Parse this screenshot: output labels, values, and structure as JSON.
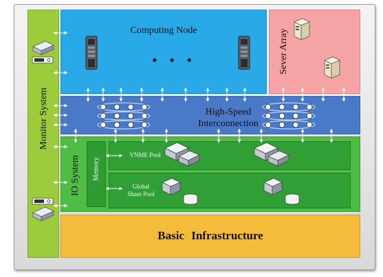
{
  "diagram": {
    "monitor_system": "Monitor System",
    "computing_node": "Computing Node",
    "computing_dots": "• • •",
    "sever_array": "Sever Array",
    "high_speed_line1": "High-Speed",
    "high_speed_line2": "Interconnection",
    "io_system": "IO System",
    "memory": "Memory",
    "vnme_pool": "VNME Pool",
    "global_share_line1": "Global",
    "global_share_line2": "Share Pool",
    "basic_infrastructure": "Basic   Infrastructure"
  },
  "icons": [
    "server-tower-icon",
    "server-rack-icon",
    "monitor-device-icon",
    "keyboard-icon",
    "node-grid-icon",
    "storage-array-icon",
    "disk-icon",
    "arrow-icon"
  ],
  "colors": {
    "monitor": "#9ccc3c",
    "computing": "#29a9e8",
    "sever": "#f5a3a5",
    "interconnect": "#4a79c8",
    "io": "#4fbc44",
    "pool": "#2f9f36",
    "basic": "#f5bc3c"
  }
}
